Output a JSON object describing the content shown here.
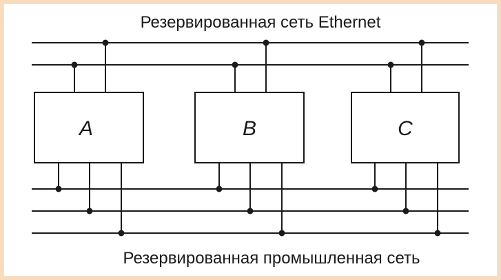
{
  "diagram": {
    "top_network_label": "Резервированная сеть Ethernet",
    "bottom_network_label": "Резервированная промышленная сеть",
    "nodes": [
      {
        "id": "A",
        "label": "A"
      },
      {
        "id": "B",
        "label": "B"
      },
      {
        "id": "C",
        "label": "C"
      }
    ]
  },
  "colors": {
    "frame": "#f8dcc0",
    "line": "#1a1a1a",
    "background": "#ffffff"
  }
}
